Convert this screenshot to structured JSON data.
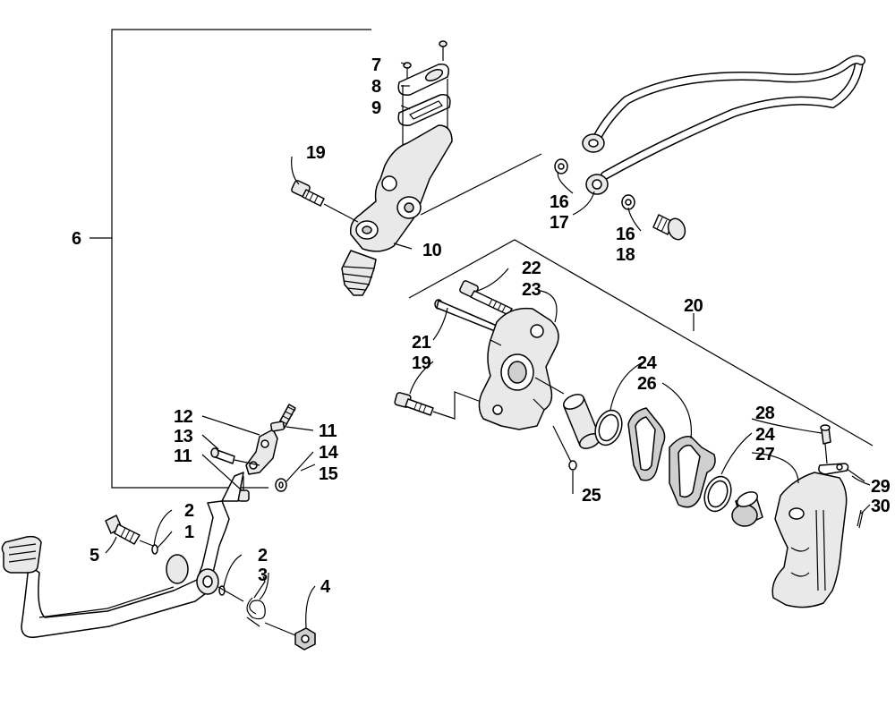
{
  "callouts": [
    {
      "id": "c1",
      "label": "1"
    },
    {
      "id": "c2a",
      "label": "2"
    },
    {
      "id": "c2b",
      "label": "2"
    },
    {
      "id": "c3",
      "label": "3"
    },
    {
      "id": "c4",
      "label": "4"
    },
    {
      "id": "c5",
      "label": "5"
    },
    {
      "id": "c6",
      "label": "6"
    },
    {
      "id": "c7",
      "label": "7"
    },
    {
      "id": "c8",
      "label": "8"
    },
    {
      "id": "c9",
      "label": "9"
    },
    {
      "id": "c10",
      "label": "10"
    },
    {
      "id": "c11a",
      "label": "11"
    },
    {
      "id": "c11b",
      "label": "11"
    },
    {
      "id": "c12",
      "label": "12"
    },
    {
      "id": "c13",
      "label": "13"
    },
    {
      "id": "c14",
      "label": "14"
    },
    {
      "id": "c15",
      "label": "15"
    },
    {
      "id": "c16a",
      "label": "16"
    },
    {
      "id": "c16b",
      "label": "16"
    },
    {
      "id": "c17",
      "label": "17"
    },
    {
      "id": "c18",
      "label": "18"
    },
    {
      "id": "c19a",
      "label": "19"
    },
    {
      "id": "c19b",
      "label": "19"
    },
    {
      "id": "c20",
      "label": "20"
    },
    {
      "id": "c21",
      "label": "21"
    },
    {
      "id": "c22",
      "label": "22"
    },
    {
      "id": "c23",
      "label": "23"
    },
    {
      "id": "c24a",
      "label": "24"
    },
    {
      "id": "c24b",
      "label": "24"
    },
    {
      "id": "c25",
      "label": "25"
    },
    {
      "id": "c26",
      "label": "26"
    },
    {
      "id": "c27",
      "label": "27"
    },
    {
      "id": "c28",
      "label": "28"
    },
    {
      "id": "c29",
      "label": "29"
    },
    {
      "id": "c30",
      "label": "30"
    }
  ]
}
